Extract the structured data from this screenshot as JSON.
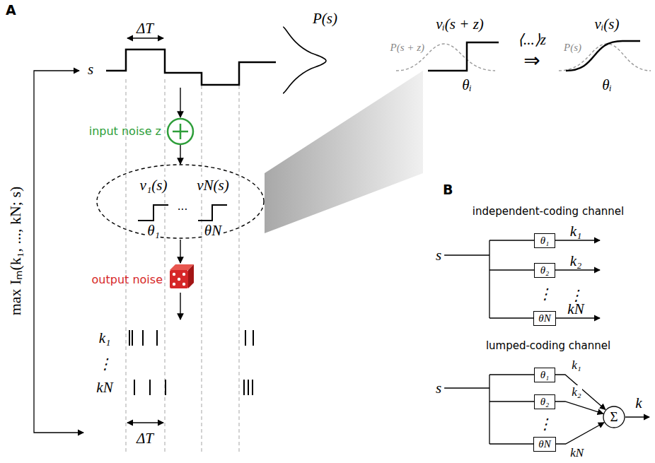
{
  "diagram": {
    "nodes": [
      {
        "text": [
          "θ₁"
        ]
      },
      {
        "text": [
          "θ₂"
        ]
      },
      {
        "text": [
          "θN"
        ]
      },
      {
        "text": [
          "θ₁"
        ]
      },
      {
        "text": [
          "θ₂"
        ]
      },
      {
        "text": [
          "θN"
        ]
      },
      {
        "text": [
          "Σ"
        ]
      }
    ],
    "edges": [
      {
        "from": 3,
        "to": 6,
        "arrow": "to",
        "label": "k₁"
      },
      {
        "from": 4,
        "to": 6,
        "arrow": "to",
        "label": "k₂"
      },
      {
        "from": 5,
        "to": 6,
        "arrow": "to",
        "label": "kN"
      }
    ],
    "labels": [
      "A",
      "ΔT",
      "s",
      "P(s)",
      "input noise z",
      "ν₁(s)",
      "···",
      "νN(s)",
      "θ₁",
      "θN",
      "output noise",
      "k₁",
      "⋮",
      "kN",
      "ΔT",
      "max Iₘ(k₁, ..., kN; s)",
      "νᵢ(s + z)",
      "P(s + z)",
      "θᵢ",
      "⟨...⟩z",
      "⇒",
      "νᵢ(s)",
      "P(s)",
      "θᵢ",
      "B",
      "independent-coding channel",
      "s",
      "k₁",
      "k₂",
      "⋮",
      "kN",
      "lumped-coding channel",
      "s",
      "⋮",
      "⋮",
      "k"
    ]
  }
}
